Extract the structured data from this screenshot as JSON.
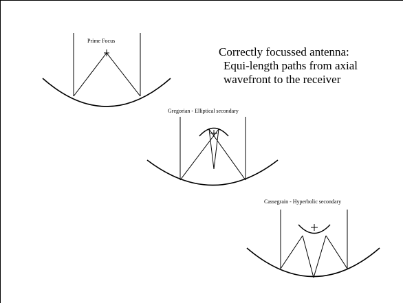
{
  "caption": {
    "line1": "Correctly focussed antenna:",
    "line2": "Equi-length paths from axial",
    "line3": "wavefront to the receiver"
  },
  "diagrams": {
    "prime_focus": {
      "label": "Prime Focus"
    },
    "gregorian": {
      "label": "Gregorian - Elliptical secondary"
    },
    "cassegrain": {
      "label": "Cassegrain - Hyperbolic secondary"
    }
  },
  "colors": {
    "line": "#000000",
    "background": "#ffffff"
  }
}
